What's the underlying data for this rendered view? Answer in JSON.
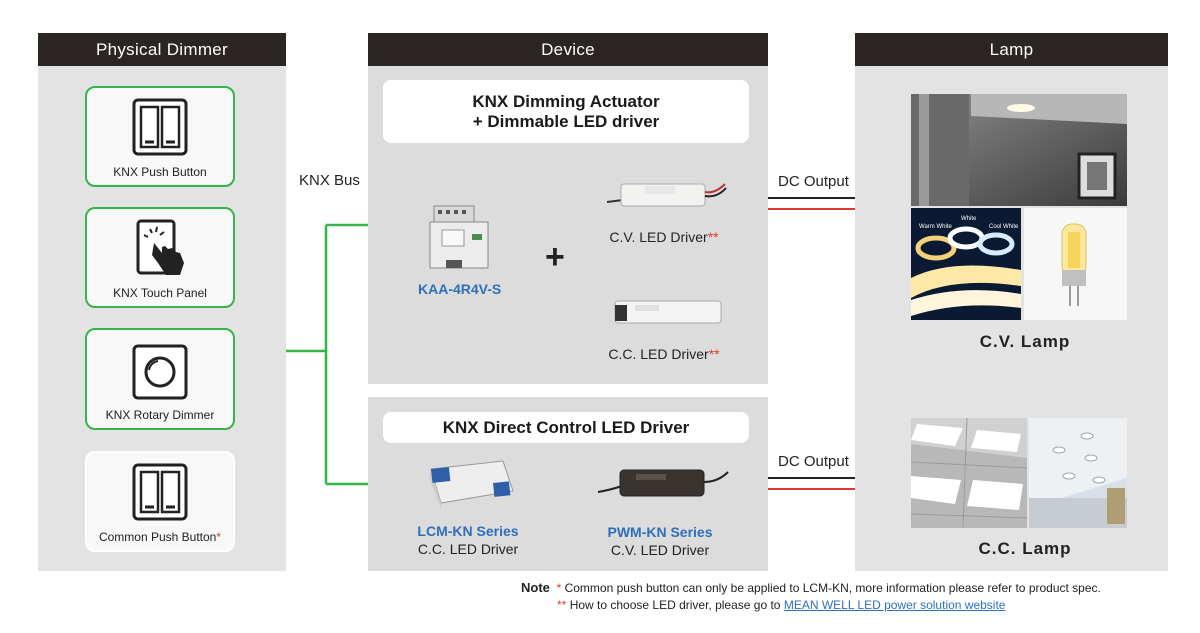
{
  "physical_dimmer": {
    "header": "Physical Dimmer",
    "items": [
      {
        "label": "KNX Push Button"
      },
      {
        "label": "KNX Touch Panel"
      },
      {
        "label": "KNX Rotary Dimmer"
      },
      {
        "label": "Common Push Button",
        "mark": "*"
      }
    ]
  },
  "bus_label": "KNX Bus",
  "device": {
    "header": "Device",
    "actuator_title_line1": "KNX Dimming Actuator",
    "actuator_title_line2": "+ Dimmable LED driver",
    "actuator_model": "KAA-4R4V-S",
    "plus": "+",
    "cv_driver": "C.V. LED Driver",
    "cc_driver": "C.C. LED Driver",
    "driver_mark": "**",
    "direct_title": "KNX Direct Control LED Driver",
    "lcm_series": "LCM-KN Series",
    "lcm_type": "C.C. LED Driver",
    "pwm_series": "PWM-KN Series",
    "pwm_type": "C.V. LED Driver"
  },
  "dc_output_label": "DC Output",
  "lamp": {
    "header": "Lamp",
    "cv_lamp": "C.V. Lamp",
    "cc_lamp": "C.C. Lamp",
    "strip_tags": [
      "Warm White",
      "White",
      "Cool White"
    ]
  },
  "note": {
    "heading": "Note",
    "mark1": "*",
    "text1": "Common push button can only be applied to LCM-KN, more information please refer to product spec.",
    "mark2": "**",
    "text2": "How to choose LED driver, please go to",
    "link": "MEAN WELL LED power solution website"
  },
  "colors": {
    "bus_line": "#35b44a",
    "header_bg": "#2b2523",
    "model_blue": "#2f6fba",
    "asterisk_red": "#e0372d",
    "dc_red": "#e0372d"
  }
}
